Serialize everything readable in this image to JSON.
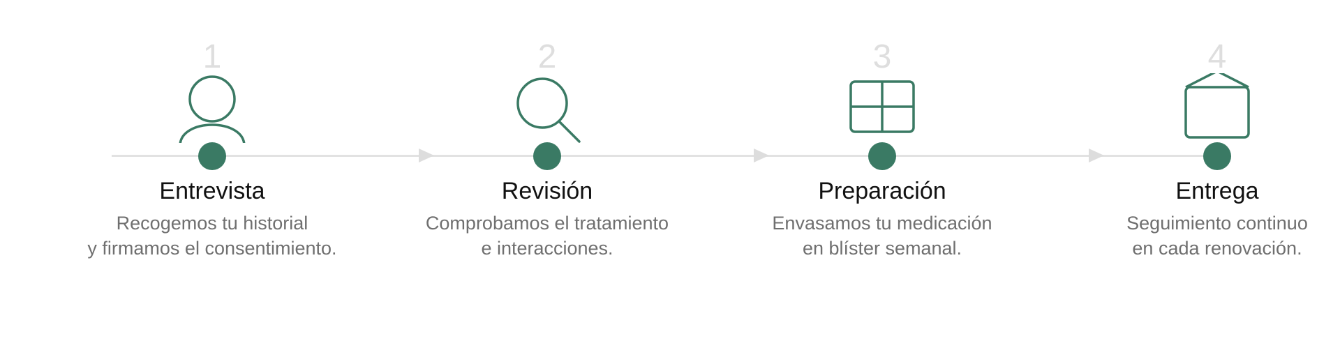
{
  "colors": {
    "accent": "#3a7a64",
    "line": "#e2e2e2",
    "number": "#dedede",
    "title": "#111111",
    "description": "#6f6f6f"
  },
  "steps": [
    {
      "number": "1",
      "icon": "person-icon",
      "title": "Entrevista",
      "description": [
        "Recogemos tu historial",
        "y firmamos el consentimiento."
      ]
    },
    {
      "number": "2",
      "icon": "magnifier-icon",
      "title": "Revisión",
      "description": [
        "Comprobamos el tratamiento",
        "e interacciones."
      ]
    },
    {
      "number": "3",
      "icon": "blister-grid-icon",
      "title": "Preparación",
      "description": [
        "Envasamos tu medicación",
        "en blíster semanal."
      ]
    },
    {
      "number": "4",
      "icon": "delivery-box-icon",
      "title": "Entrega",
      "description": [
        "Seguimiento continuo",
        "en cada renovación."
      ]
    }
  ]
}
